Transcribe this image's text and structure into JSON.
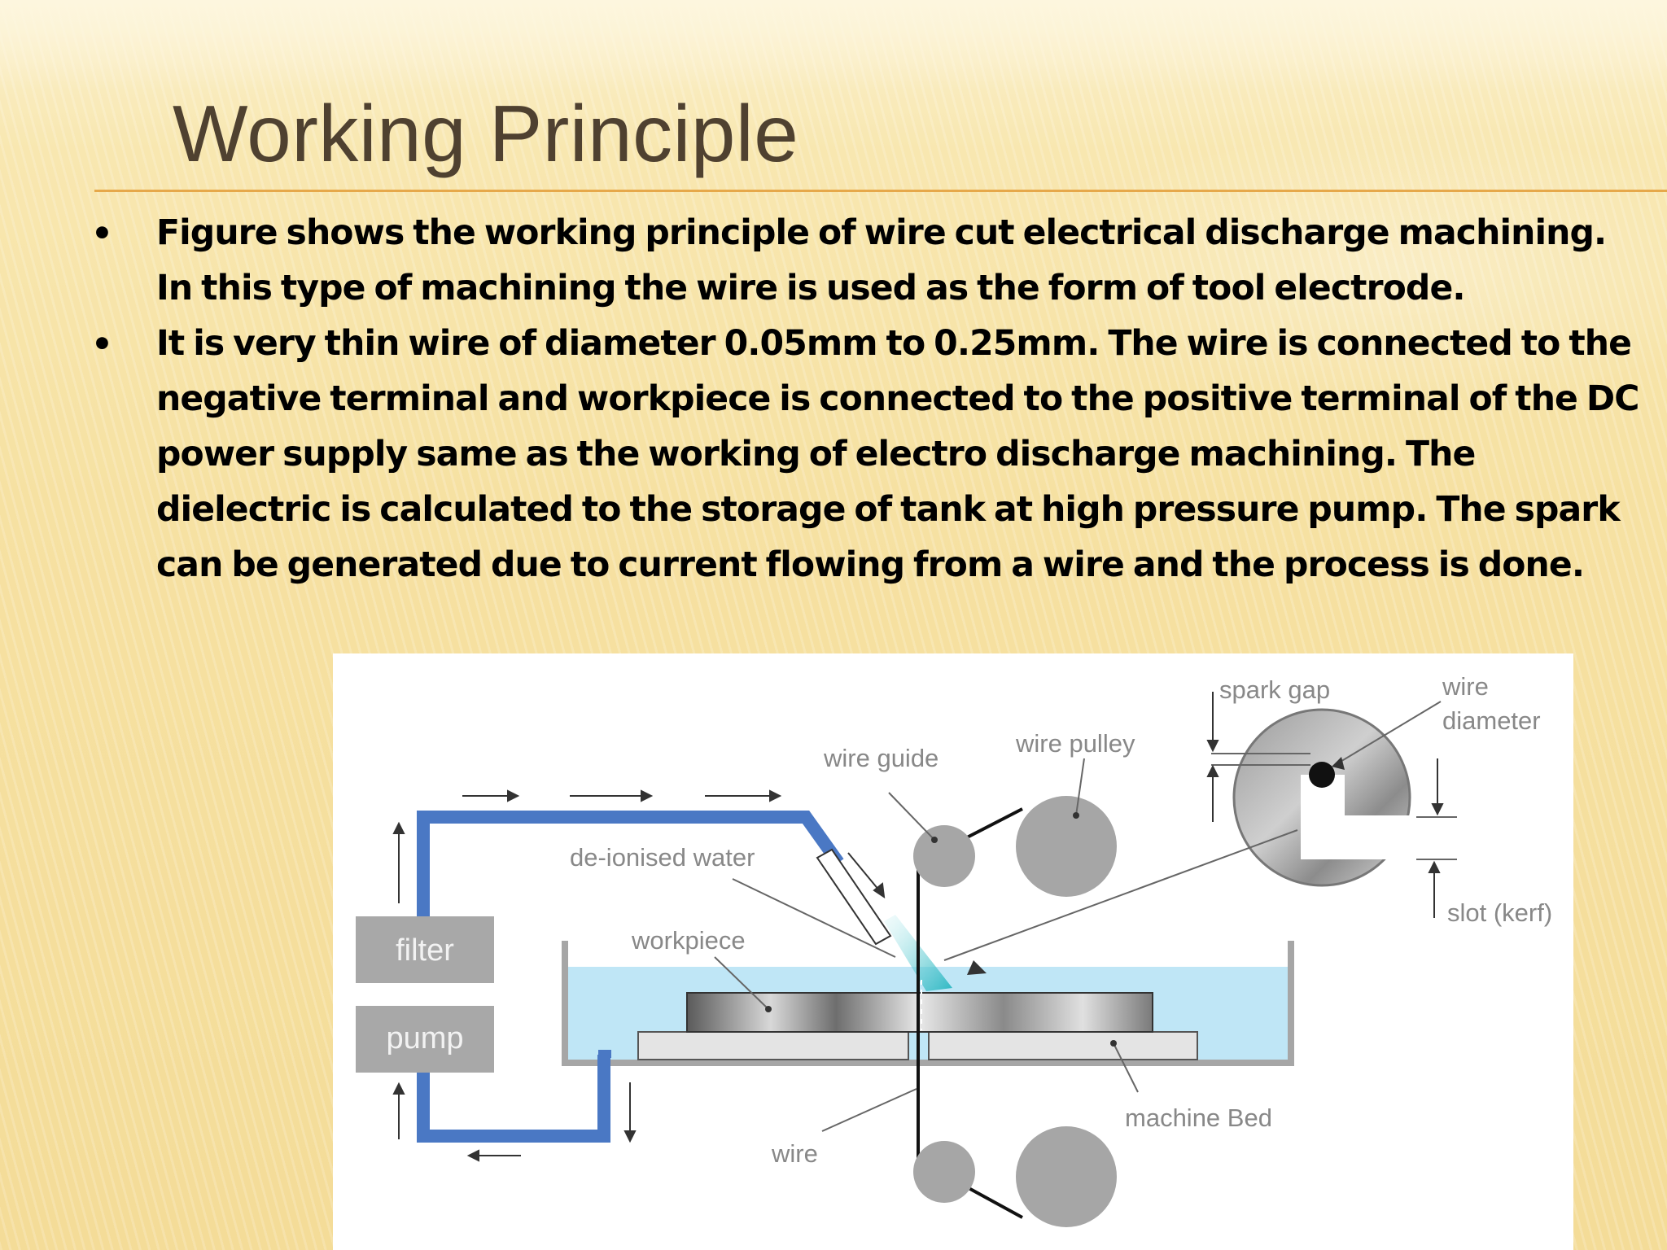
{
  "slide": {
    "title": "Working Principle",
    "bullets": [
      "Figure shows the working principle of wire cut electrical discharge machining. In this type of machining the wire is used as the form of tool electrode.",
      "It is very thin wire of diameter 0.05mm to 0.25mm. The wire is connected to the negative terminal and workpiece is connected to the positive terminal of the DC power supply same as the working of electro discharge machining. The dielectric is calculated to the storage of tank at high pressure pump. The spark can be generated due to current flowing from a wire and the process is done."
    ],
    "bullet_symbol": "•"
  },
  "diagram": {
    "labels": {
      "spark_gap": "spark gap",
      "wire_diameter_1": "wire",
      "wire_diameter_2": "diameter",
      "wire_pulley": "wire pulley",
      "wire_guide": "wire guide",
      "de_ionised_water": "de-ionised water",
      "workpiece": "workpiece",
      "filter": "filter",
      "pump": "pump",
      "slot_kerf": "slot (kerf)",
      "machine_bed": "machine Bed",
      "wire": "wire"
    },
    "colors": {
      "pipe": "#4a78c4",
      "water": "#bfe6f6",
      "gray_parts": "#a6a6a6",
      "label": "#888888",
      "box_fill": "#a8a8a8"
    }
  }
}
